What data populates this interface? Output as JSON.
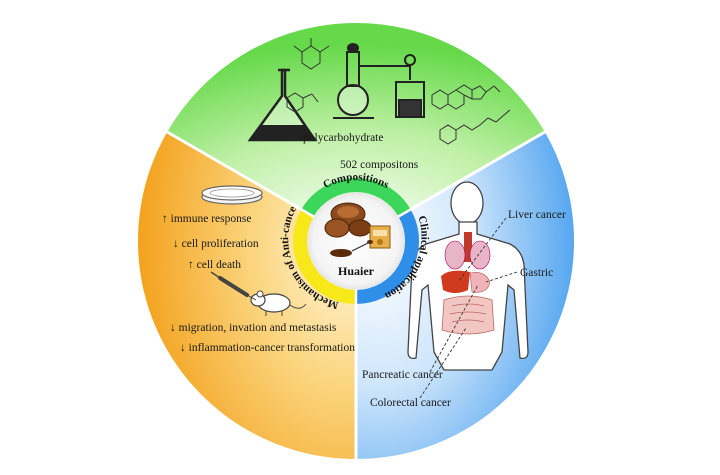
{
  "center": {
    "title": "Huaier"
  },
  "ring": {
    "compositions": "Compositions",
    "clinical": "Clinical application",
    "mechanism": "Mechanism of Anti-cancer"
  },
  "compositions_section": {
    "polycarbohydrate": "polycarbohydrate",
    "count": "502 compositons",
    "color": "#7ed957"
  },
  "mechanism_section": {
    "items": [
      "↑ immune response",
      "↓ cell proliferation",
      "↑ cell death",
      "↓ migration, invation and metastasis",
      "↓ inflammation-cancer transformation"
    ],
    "color": "#f5a623"
  },
  "clinical_section": {
    "liver": "Liver cancer",
    "gastric": "Gastric",
    "pancreatic": "Pancreatic cancer",
    "colorectal": "Colorectal cancer",
    "color": "#5aa9f0"
  },
  "ring_colors": {
    "green": "#3cd65a",
    "blue": "#2f8fe8",
    "yellow": "#f7e81a"
  }
}
